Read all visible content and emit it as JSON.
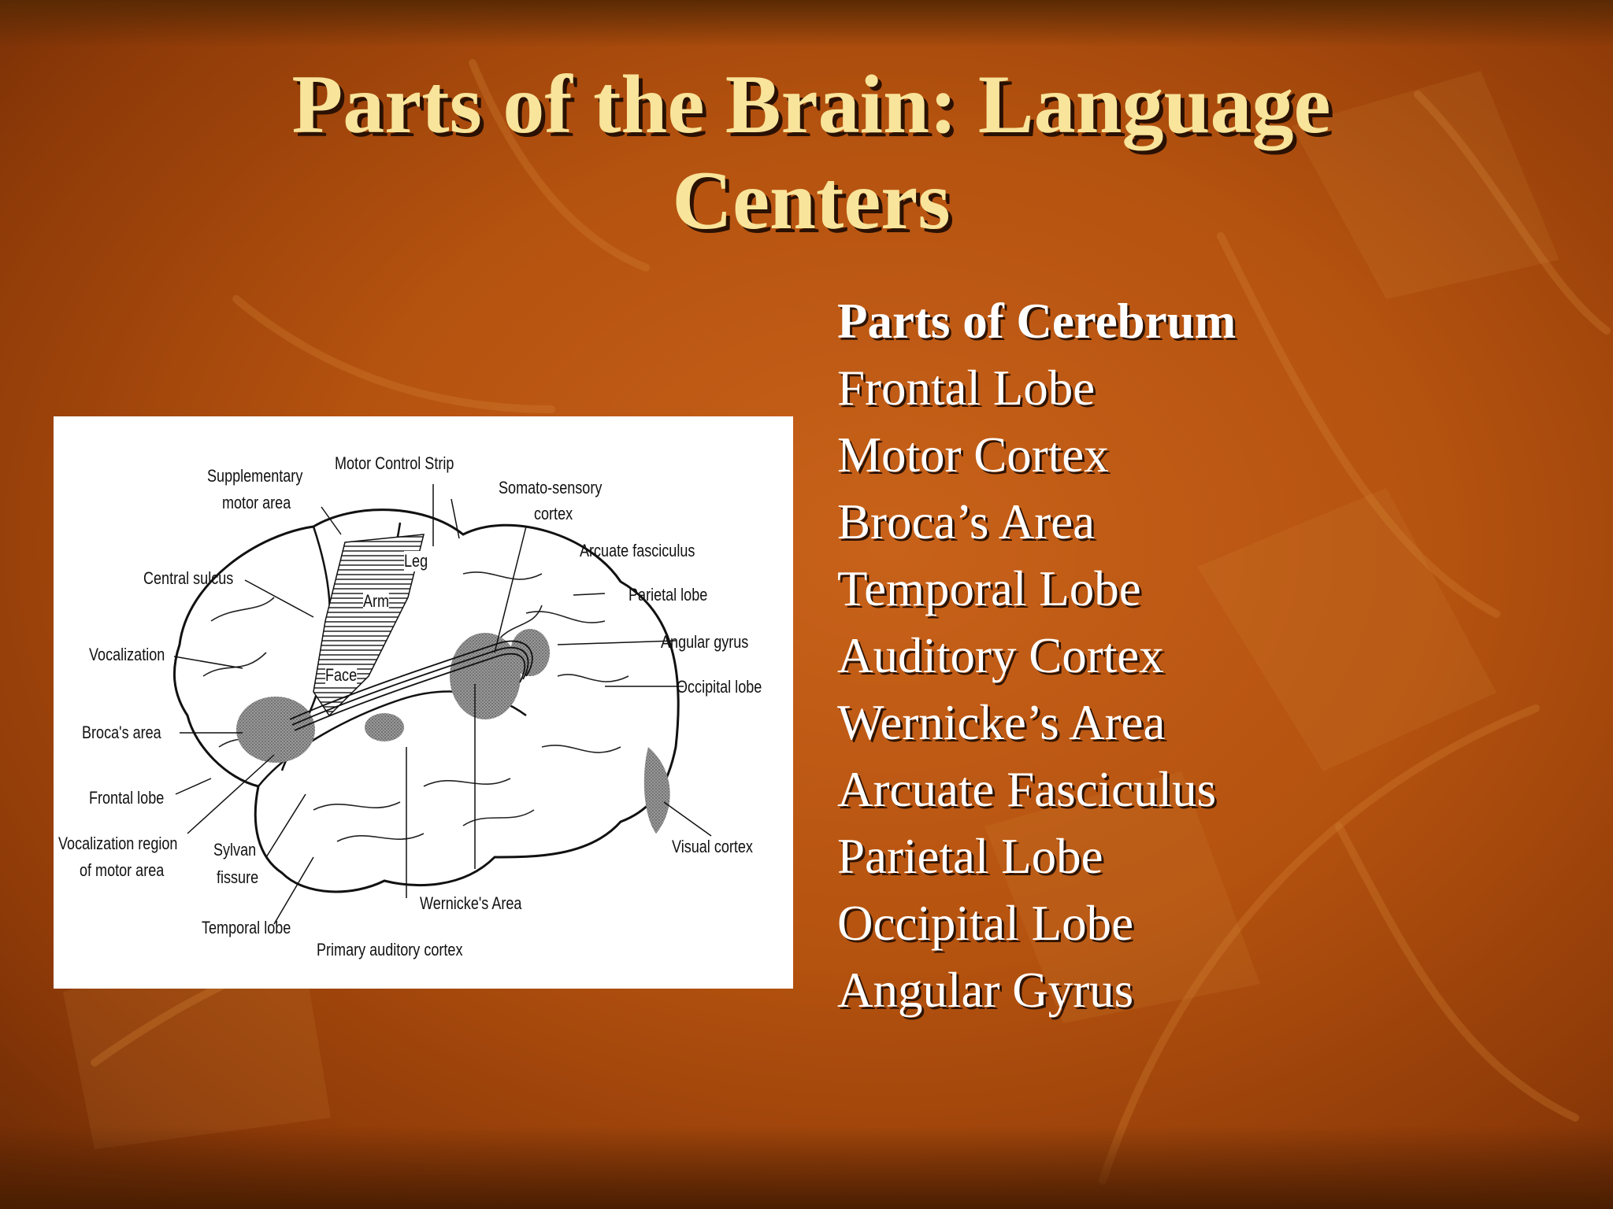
{
  "slide": {
    "title_line1": "Parts of the Brain: Language",
    "title_line2": "Centers"
  },
  "list": {
    "heading": "Parts of Cerebrum",
    "items": [
      "Frontal Lobe",
      "Motor Cortex",
      "Broca’s Area",
      "Temporal Lobe",
      "Auditory Cortex",
      "Wernicke’s Area",
      "Arcuate Fasciculus",
      "Parietal Lobe",
      "Occipital Lobe",
      "Angular Gyrus"
    ]
  },
  "diagram": {
    "labels": {
      "motor_control_strip": "Motor Control Strip",
      "supplementary_1": "Supplementary",
      "supplementary_2": "motor area",
      "somato_1": "Somato-sensory",
      "somato_2": "cortex",
      "arcuate": "Arcuate fasciculus",
      "central_sulcus": "Central sulcus",
      "parietal": "Parietal lobe",
      "angular": "Angular gyrus",
      "vocalization": "Vocalization",
      "occipital": "Occipital lobe",
      "broca": "Broca's area",
      "frontal": "Frontal lobe",
      "voc_region_1": "Vocalization region",
      "voc_region_2": "of motor area",
      "sylvan_1": "Sylvan",
      "sylvan_2": "fissure",
      "visual": "Visual cortex",
      "wernicke": "Wernicke's Area",
      "temporal": "Temporal lobe",
      "primary_aud": "Primary auditory cortex",
      "leg": "Leg",
      "arm": "Arm",
      "face": "Face"
    }
  }
}
